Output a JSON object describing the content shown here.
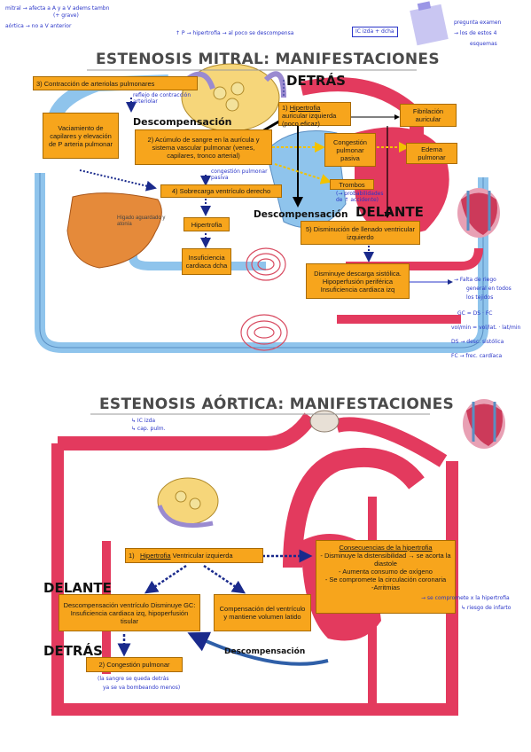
{
  "top_notes": {
    "left": [
      "mitral → afecta a A y a V adems tambn",
      "(+ grave)",
      "aórtica → no a V anterior"
    ],
    "center": "↑ P → hipertrofia → al poco se descompensa",
    "ic_box": "IC izda + dcha",
    "right": [
      "pregunta examen",
      "→ los de estos 4",
      "esquemas"
    ]
  },
  "mitral": {
    "title": "ESTENOSIS MITRAL: MANIFESTACIONES",
    "detras": "DETRÁS",
    "delante": "DELANTE",
    "descomp_1": "Descompensación",
    "descomp_2": "Descompensación",
    "box3": "3) Contracción de arteriolas pulmonares",
    "note_reflejo": [
      "reflejo de contracción",
      "arteriolar"
    ],
    "vaciamiento": "Vaciamiento de capilares y elevación de P arteria pulmonar",
    "box2": "2) Acúmulo de sangre en la aurícula y sistema vascular pulmonar (venes, capilares, tronco arterial)",
    "box1_num": "1)",
    "box1_u": "Hipertrofia",
    "box1_rest": "auricular izquierda (poco eficaz)",
    "fibrilacion": "Fibrilación auricular",
    "congestion": "Congestión pulmonar pasiva",
    "edema": "Edema pulmonar",
    "note_congestion": [
      "congestión pulmonar",
      "pasiva"
    ],
    "trombos": "Trombos",
    "note_trombos": [
      "(→ probabilidades",
      "de ↑ accidente)"
    ],
    "box4": "4) Sobrecarga ventrículo derecho",
    "higado": "Hígado aguardado y atonía",
    "hipertrofia": "Hipertrofia",
    "insuf_dcha": "Insuficiencia cardiaca dcha",
    "box5": "5) Disminución de llenado ventricular izquierdo",
    "disminuye": "Disminuye descarga sistólica. Hipoperfusión periférica Insuficiencia cardiaca izq",
    "side_notes": [
      "→ Falta de riego",
      "general en todos",
      "los tejidos",
      "GC = DS · FC",
      "vol/min = vol/lat. · lat/min",
      "DS → desc. sistólica",
      "FC → frec. cardíaca"
    ]
  },
  "aortica": {
    "title": "ESTENOSIS AÓRTICA: MANIFESTACIONES",
    "note": [
      "↳ IC izda",
      "↳ cap. pulm."
    ],
    "delante": "DELANTE",
    "detras": "DETRÁS",
    "box1_num": "1)",
    "box1_u": "Hipertrofia",
    "box1_rest": "Ventricular izquierda",
    "desc_box": "Descompensación ventrículo Disminuye GC: Insuficiencia cardiaca izq, hipoperfusión tisular",
    "comp_box": "Compensación del ventrículo y mantiene volumen latido",
    "consec_title": "Consecuencias de la hipertrofia",
    "consec_items": [
      "- Disminuye la distensibilidad → se acorta la diastole",
      "- Aumenta consumo de oxígeno",
      "- Se compromete la circulación coronaria",
      "-Arritmias"
    ],
    "note_side": "→ se compromete x la hipertrofia",
    "note_side2": "↳ riesgo de infarto",
    "descomp": "Descompensación",
    "box2": "2) Congestión pulmonar",
    "note_bottom": [
      "(la sangre se queda detrás",
      "ya se va bombeando menos)"
    ]
  },
  "colors": {
    "orange": "#f7a51c",
    "red": "#e33a5e",
    "blue": "#8fc4ec",
    "note": "#2a35c8",
    "navy": "#1a2a8c"
  }
}
